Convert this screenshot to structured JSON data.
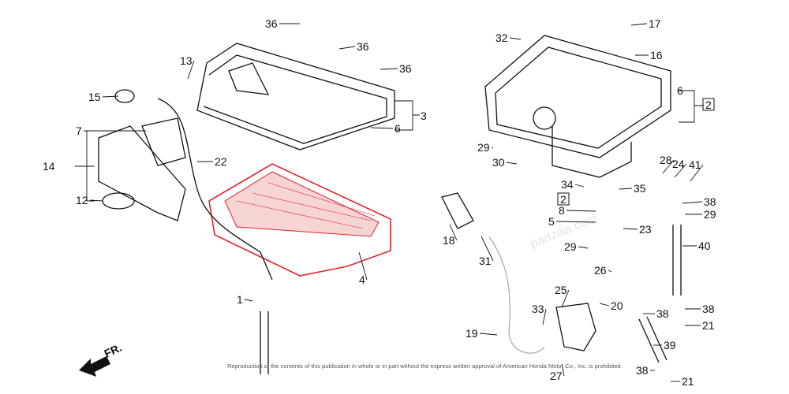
{
  "diagram": {
    "callouts": [
      "36",
      "36",
      "36",
      "13",
      "15",
      "7",
      "3",
      "6",
      "22",
      "14",
      "12",
      "4",
      "1",
      "18",
      "31",
      "19",
      "33",
      "25",
      "27",
      "20",
      "26",
      "32",
      "17",
      "16",
      "6",
      "2",
      "29",
      "30",
      "28",
      "24",
      "41",
      "34",
      "35",
      "2",
      "8",
      "5",
      "23",
      "29",
      "38",
      "29",
      "40",
      "38",
      "38",
      "21",
      "39",
      "38",
      "21"
    ],
    "highlight_color": "#e8202a",
    "front_arrow_label": "FR.",
    "watermark": "partzilla.com",
    "footer": "Reproduction of the contents of this publication in whole or in part without the express written approval of American Honda Motor Co., Inc. is prohibited."
  }
}
